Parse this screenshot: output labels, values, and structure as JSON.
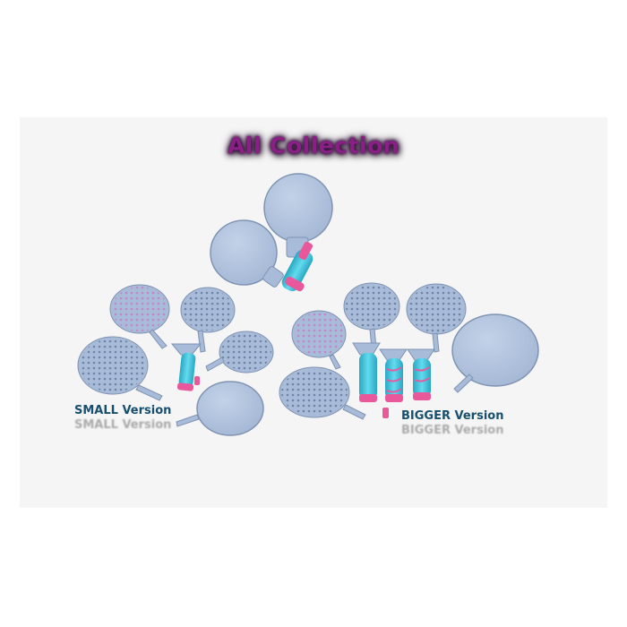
{
  "title": "All Collection",
  "labels": {
    "small": "SMALL Version",
    "small_reflection": "SMALL Version",
    "bigger": "BIGGER Version",
    "bigger_reflection": "BIGGER Version"
  },
  "colors": {
    "paddle_face": "#a8bbd8",
    "paddle_edge": "#7f93b3",
    "handle": "#3cc4dd",
    "handle_accent": "#e8589b",
    "title": "#8a1f86",
    "label": "#17506e"
  }
}
